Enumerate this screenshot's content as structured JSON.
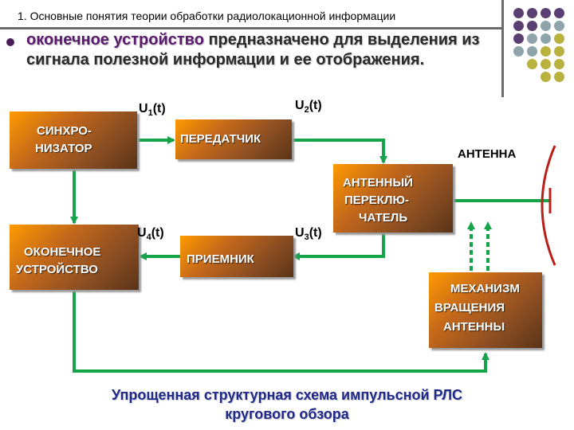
{
  "header": {
    "title": "1. Основные понятия теории обработки радиолокационной информации"
  },
  "intro": {
    "highlight": "оконечное устройство",
    "text": " предназначено для выделения из сигнала полезной информации и ее отображения."
  },
  "blocks": {
    "synchro": [
      "СИНХРО-",
      "НИЗАТОР"
    ],
    "transmitter": "ПЕРЕДАТЧИК",
    "receiver": "ПРИЕМНИК",
    "terminal": [
      "ОКОНЕЧНОЕ",
      "УСТРОЙСТВО"
    ],
    "switch": [
      "АНТЕННЫЙ",
      "ПЕРЕКЛЮ-",
      "ЧАТЕЛЬ"
    ],
    "rotation": [
      "МЕХАНИЗМ",
      "ВРАЩЕНИЯ",
      "АНТЕННЫ"
    ]
  },
  "signals": {
    "u1": {
      "base": "U",
      "sub": "1",
      "tail": "(t)"
    },
    "u2": {
      "base": "U",
      "sub": "2",
      "tail": "(t)"
    },
    "u3": {
      "base": "U",
      "sub": "3",
      "tail": "(t)"
    },
    "u4": {
      "base": "U",
      "sub": "4",
      "tail": "(t)"
    }
  },
  "antenna_label": "АНТЕННА",
  "caption": [
    "Упрощенная структурная схема импульсной РЛС",
    "кругового обзора"
  ],
  "colors": {
    "arrow": "#16a34a",
    "arrow_dark": "#0c6b2c",
    "antenna": "#b9201a",
    "caption": "#1f2a8a",
    "dot_purple": "#5b3f73",
    "dot_gray": "#8fa5ab",
    "dot_olive": "#b9b23c"
  }
}
